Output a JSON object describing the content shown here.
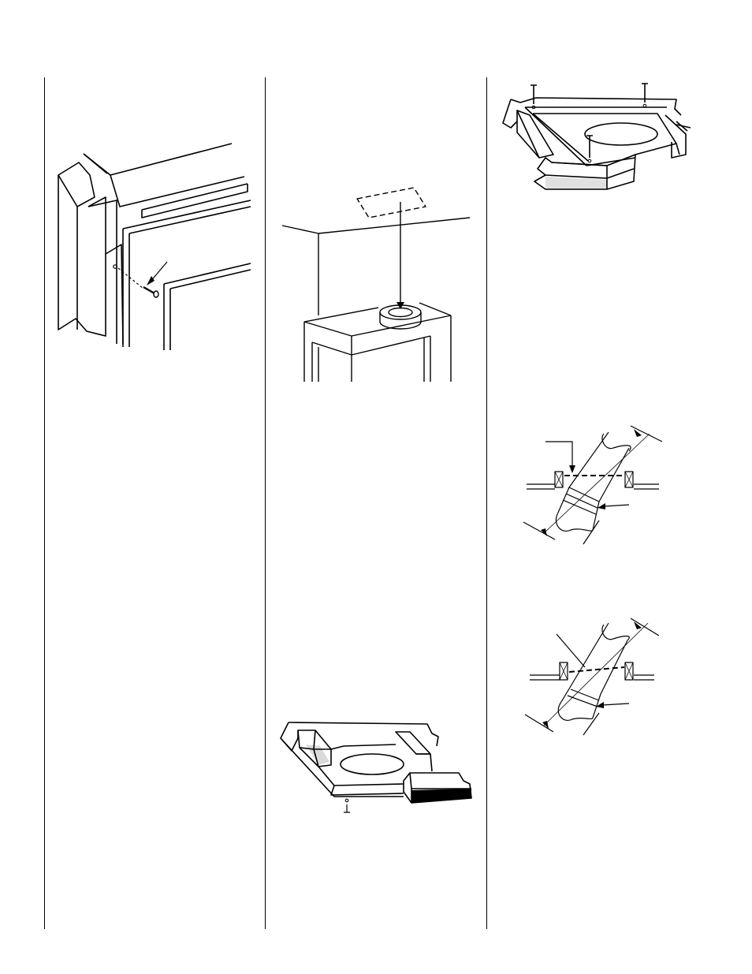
{
  "page": {
    "columns": 3,
    "text_visible": false
  },
  "figures": [
    {
      "id": "fig-1",
      "icon": "fireplace-frame-screw-detail"
    },
    {
      "id": "fig-2",
      "icon": "fireplace-ceiling-vent-alignment"
    },
    {
      "id": "fig-3",
      "icon": "ceiling-firestop-bottom"
    },
    {
      "id": "fig-4",
      "icon": "ceiling-firestop-top-angled"
    },
    {
      "id": "fig-5",
      "icon": "offset-pipe-through-joists-a"
    },
    {
      "id": "fig-6",
      "icon": "offset-pipe-through-joists-b"
    }
  ],
  "colors": {
    "ink": "#000000",
    "paper": "#ffffff"
  }
}
